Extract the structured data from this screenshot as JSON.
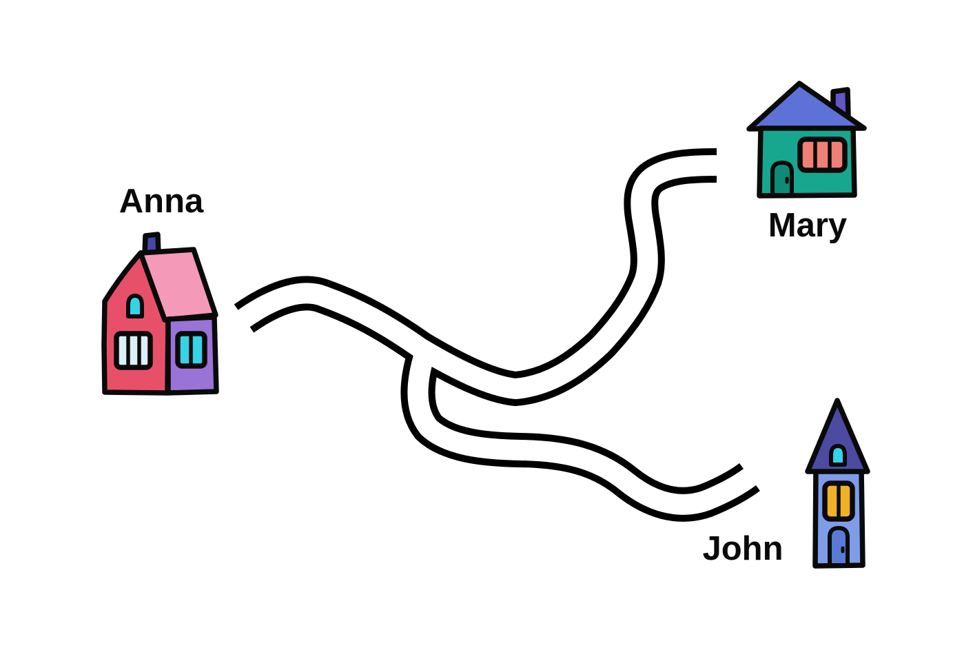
{
  "background_color": "#ffffff",
  "road": {
    "outline_color": "#000000",
    "surface_color": "#ffffff"
  },
  "houses": {
    "anna": {
      "label": "Anna",
      "colors": {
        "front_wall": "#e8506a",
        "roof": "#f49ab8",
        "side_wing": "#9a73d6",
        "chimney": "#4646aa",
        "arch_window": "#35d2e8",
        "front_window": "#dceef7",
        "wing_window": "#35d2e8"
      }
    },
    "mary": {
      "label": "Mary",
      "colors": {
        "body": "#17a78f",
        "roof": "#5c72d6",
        "chimney": "#6455c8",
        "window": "#f08075",
        "door": "#0f8a76"
      }
    },
    "john": {
      "label": "John",
      "colors": {
        "roof": "#4d4aa2",
        "body": "#7e9ce8",
        "arch_window": "#35d2e8",
        "window": "#f0b125",
        "door": "#597ad6"
      }
    }
  }
}
